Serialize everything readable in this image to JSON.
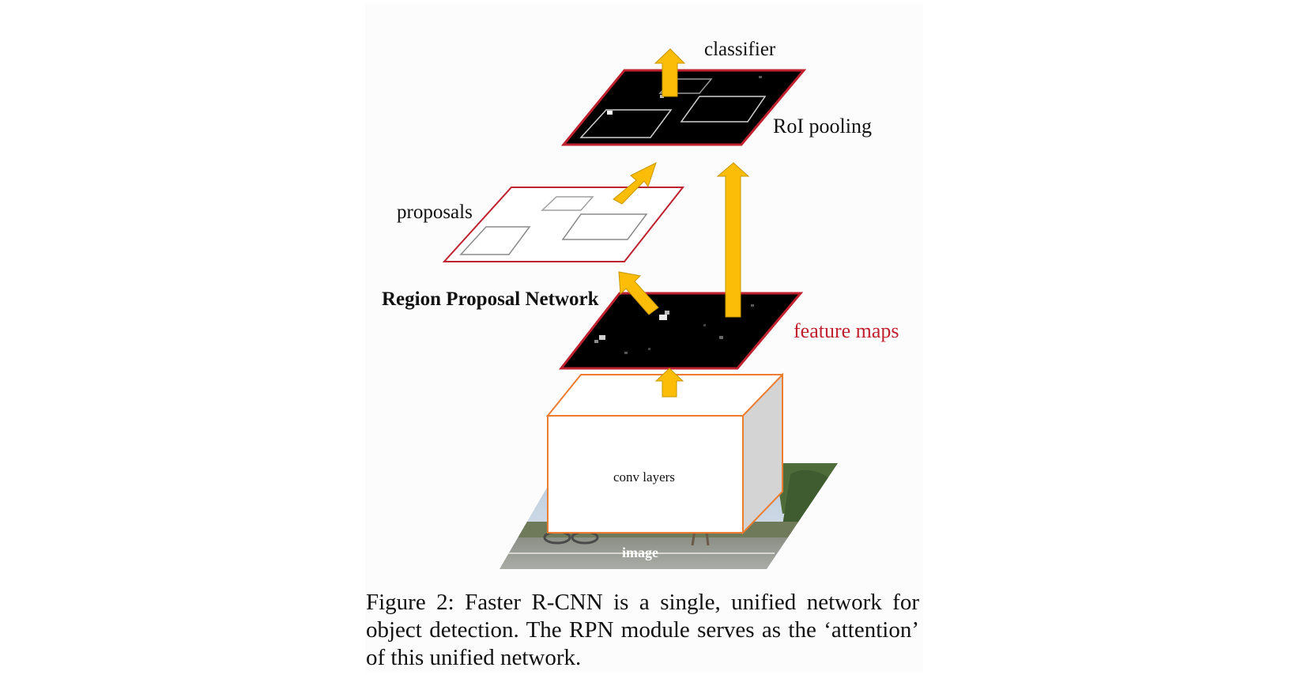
{
  "diagram": {
    "labels": {
      "classifier": "classifier",
      "roi_pooling": "RoI pooling",
      "proposals": "proposals",
      "rpn": "Region Proposal Network",
      "feature_maps": "feature maps",
      "conv_layers": "conv layers",
      "image": "image"
    },
    "colors": {
      "arrow": "#fbbd08",
      "map_border": "#c0212f",
      "conv_border": "#ed7d31",
      "map_fill": "#000000",
      "feature_label": "#c0212f"
    }
  },
  "caption": "Figure 2: Faster R-CNN is a single, unified network for object detection. The RPN module serves as the ‘attention’ of this unified network."
}
